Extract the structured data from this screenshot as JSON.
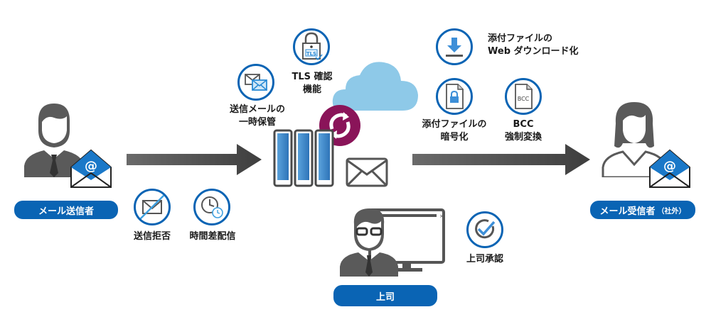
{
  "colors": {
    "brand_blue": "#0a64b4",
    "arrow_gray": "#555555",
    "purple": "#8a1459",
    "cloud": "#8ec9e8",
    "figure_gray": "#5a5a5a"
  },
  "sender": {
    "label": "メール送信者"
  },
  "recipient": {
    "label": "メール受信者",
    "label_suffix": "（社外）"
  },
  "boss": {
    "label": "上司"
  },
  "features": {
    "reject": {
      "label": "送信拒否",
      "icon": "blocked-mail-icon"
    },
    "delay": {
      "label": "時間差配信",
      "icon": "clock-icon"
    },
    "hold": {
      "line1": "送信メールの",
      "line2": "一時保管",
      "icon": "mails-icon"
    },
    "tls": {
      "line1": "TLS 確認",
      "line2": "機能",
      "icon": "lock-tls-icon",
      "badge": "TLS"
    },
    "download": {
      "line1": "添付ファイルの",
      "line2": "Web ダウンロード化",
      "icon": "download-icon"
    },
    "encrypt": {
      "line1": "添付ファイルの",
      "line2": "暗号化",
      "icon": "locked-file-icon"
    },
    "bcc": {
      "line1": "BCC",
      "line2": "強制変換",
      "icon": "bcc-file-icon",
      "badge": "BCC"
    },
    "approval": {
      "label": "上司承認",
      "icon": "check-icon"
    }
  }
}
